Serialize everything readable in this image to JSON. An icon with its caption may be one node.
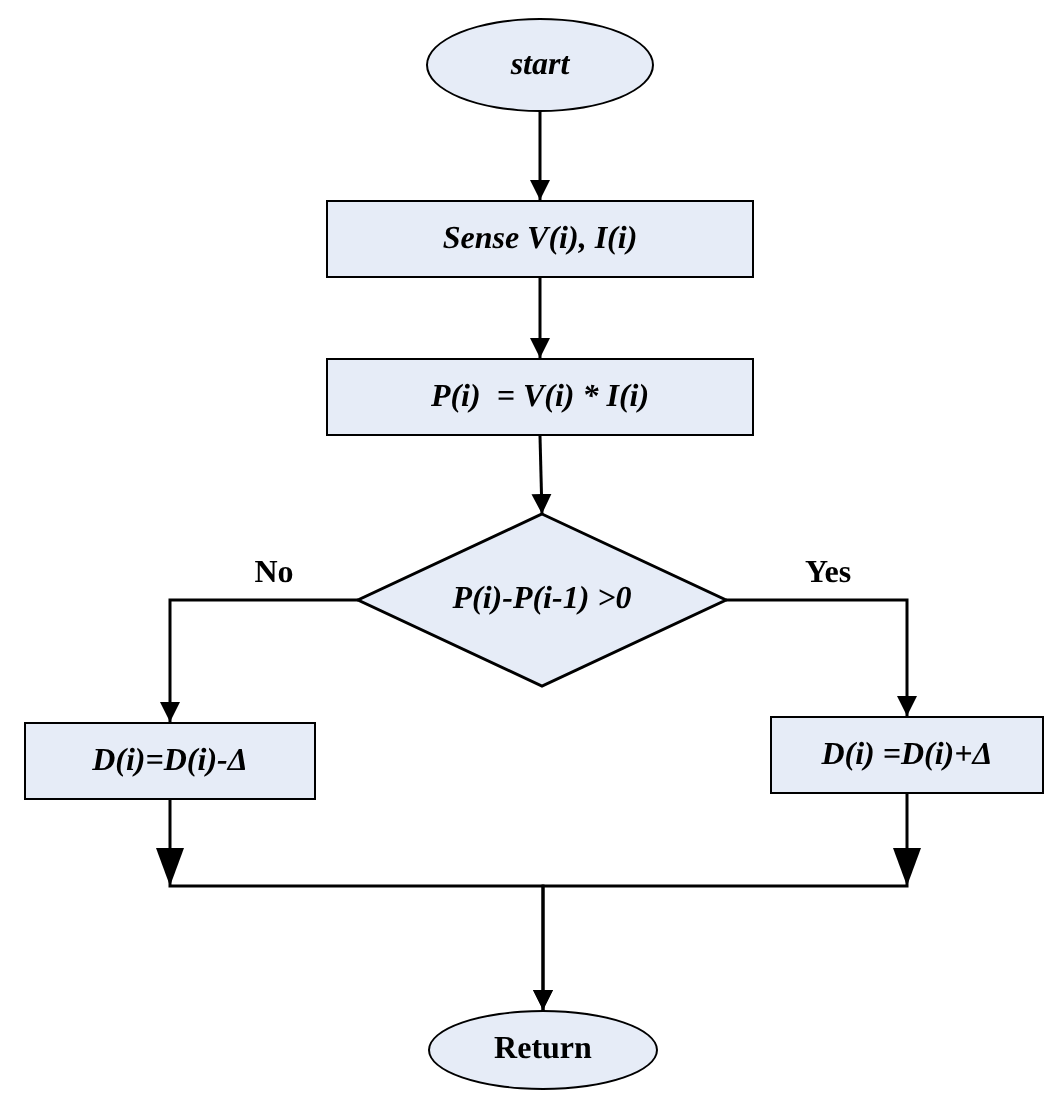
{
  "diagram": {
    "nodes": [
      {
        "text": [
          "start"
        ]
      },
      {
        "text": [
          "Sense V(i), I(i)"
        ]
      },
      {
        "text": [
          "P(i)  = V(i) * I(i)"
        ]
      },
      {
        "text": [
          "P(i)-P(i-1) >0"
        ]
      },
      {
        "text": [
          "D(i)=D(i)-Δ"
        ]
      },
      {
        "text": [
          "D(i) =D(i)+Δ"
        ]
      },
      {
        "text": [
          "Return"
        ]
      }
    ],
    "edges": [
      {
        "from": 0,
        "to": 1,
        "arrow": "to"
      },
      {
        "from": 1,
        "to": 2,
        "arrow": "to"
      },
      {
        "from": 2,
        "to": 3,
        "arrow": "to"
      },
      {
        "from": 3,
        "to": 4,
        "arrow": "to",
        "label": "No"
      },
      {
        "from": 3,
        "to": 5,
        "arrow": "to",
        "label": "Yes"
      },
      {
        "from": 4,
        "to": 6,
        "arrow": "to"
      },
      {
        "from": 5,
        "to": 6,
        "arrow": "to"
      }
    ]
  }
}
